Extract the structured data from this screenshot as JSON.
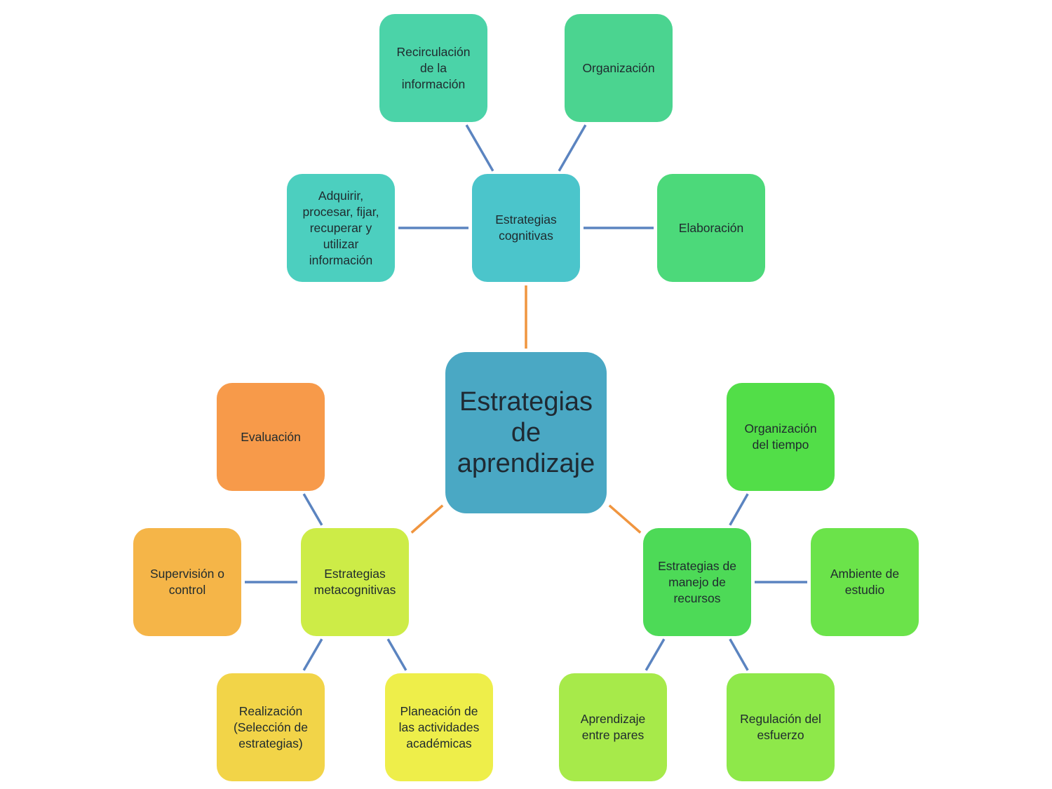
{
  "colors": {
    "link_branch": "#5b84c0",
    "link_center": "#f0953f"
  },
  "center": {
    "label": "Estrategias\nde\naprendizaje",
    "color": "#4aa8c4"
  },
  "branches": [
    {
      "id": "cognitivas",
      "label": "Estrategias\ncognitivas",
      "color": "#4bc5cb",
      "children": [
        {
          "id": "adquirir",
          "label": "Adquirir,\nprocesar, fijar,\nrecuperar y\nutilizar\ninformación",
          "color": "#4ccfbf"
        },
        {
          "id": "recirculacion",
          "label": "Recirculación\nde la\ninformación",
          "color": "#4bd3a8"
        },
        {
          "id": "organizacion",
          "label": "Organización",
          "color": "#4bd490"
        },
        {
          "id": "elaboracion",
          "label": "Elaboración",
          "color": "#4cd97a"
        }
      ]
    },
    {
      "id": "metacognitivas",
      "label": "Estrategias\nmetacognitivas",
      "color": "#cdec47",
      "children": [
        {
          "id": "evaluacion",
          "label": "Evaluación",
          "color": "#f79a4a"
        },
        {
          "id": "supervision",
          "label": "Supervisión o\ncontrol",
          "color": "#f5b548"
        },
        {
          "id": "realizacion",
          "label": "Realización\n(Selección de\nestrategias)",
          "color": "#f2d448"
        },
        {
          "id": "planeacion",
          "label": "Planeación de\nlas actividades\nacadémicas",
          "color": "#eeee4a"
        }
      ]
    },
    {
      "id": "recursos",
      "label": "Estrategias de\nmanejo de\nrecursos",
      "color": "#4dda57",
      "children": [
        {
          "id": "tiempo",
          "label": "Organización\ndel tiempo",
          "color": "#52de48"
        },
        {
          "id": "ambiente",
          "label": "Ambiente de\nestudio",
          "color": "#6be34a"
        },
        {
          "id": "regulacion",
          "label": "Regulación del\nesfuerzo",
          "color": "#8ee84a"
        },
        {
          "id": "pares",
          "label": "Aprendizaje\nentre pares",
          "color": "#a7ea4a"
        }
      ]
    }
  ]
}
